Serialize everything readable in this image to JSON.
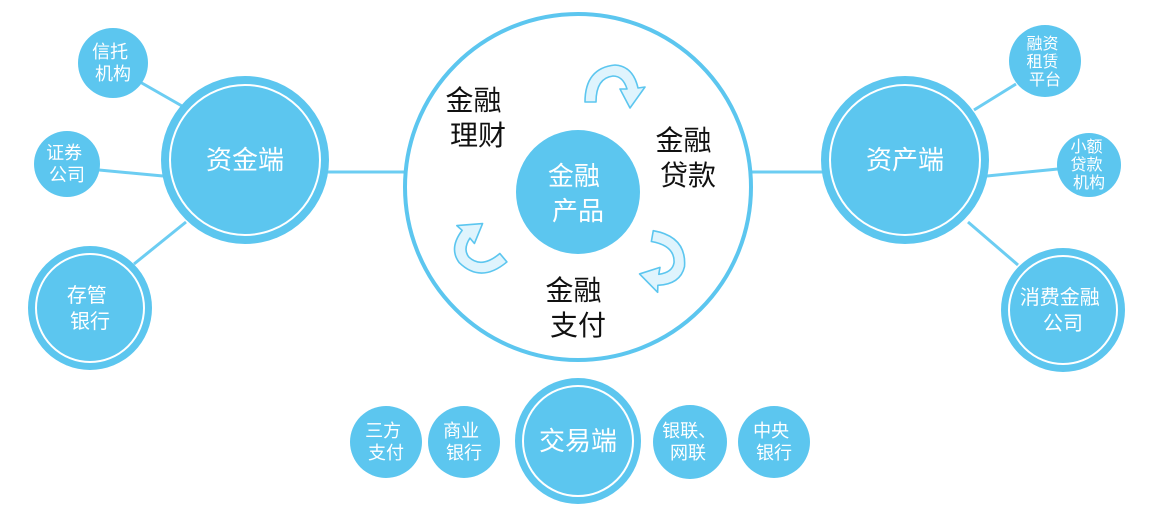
{
  "center": {
    "lines": [
      "金融",
      "产品"
    ]
  },
  "products": {
    "licai": [
      "金融",
      "理财"
    ],
    "daikuan": [
      "金融",
      "贷款"
    ],
    "zhifu": [
      "金融",
      "支付"
    ]
  },
  "zijin": {
    "label": "资金端",
    "children": {
      "xintuo": [
        "信托",
        "机构"
      ],
      "zhengquan": [
        "证券",
        "公司"
      ],
      "cunguan": [
        "存管",
        "银行"
      ]
    }
  },
  "zichan": {
    "label": "资产端",
    "children": {
      "rongzi": [
        "融资",
        "租赁",
        "平台"
      ],
      "xiaoe": [
        "小额",
        "贷款",
        "机构"
      ],
      "xiaofei": [
        "消费金融",
        "公司"
      ]
    }
  },
  "jiaoyi": {
    "label": "交易端",
    "children": {
      "sanfang": [
        "三方",
        "支付"
      ],
      "shangye": [
        "商业",
        "银行"
      ],
      "yinlian": [
        "银联、",
        "网联"
      ],
      "zhongyang": [
        "中央",
        "银行"
      ]
    }
  },
  "colors": {
    "node_fill": "#5cc6ef",
    "connector": "#6ccdf2",
    "ring": "#ffffff",
    "arrow_fill": "#dff4fd"
  }
}
